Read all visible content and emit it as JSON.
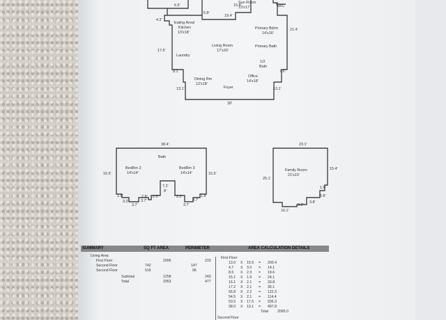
{
  "rooms": {
    "sun_room": {
      "name": "Sun Room",
      "dims": "13'x17'"
    },
    "wic": "WIC",
    "eating_area": "Eating Area/",
    "kitchen": {
      "name": "Kitchen",
      "dims": "13'x18'"
    },
    "primary_bdrm": {
      "name": "Primary Bdrm",
      "dims": "14'x16'"
    },
    "living_room": {
      "name": "Living Room",
      "dims": "17'x20'"
    },
    "primary_bath": "Primary Bath",
    "laundry": "Laundry",
    "half_bath": {
      "name": "1/2",
      "sub": "Bath"
    },
    "dining_rm": {
      "name": "Dining Rm",
      "dims": "12'x18'"
    },
    "office": {
      "name": "Office",
      "dims": "14'x18'"
    },
    "foyer": "Foyer",
    "bath": "Bath",
    "bedrm2": {
      "name": "BedRm 2",
      "dims": "14'x14'"
    },
    "bedrm3": {
      "name": "BedRm 3",
      "dims": "14'x14'"
    },
    "family_room": {
      "name": "Family Room",
      "dims": "21'x23'"
    }
  },
  "dims": {
    "f1": [
      "6.5'",
      "19.4'",
      "15.8'",
      "5.8'",
      "4.2'",
      "21.4'",
      "17.5'",
      "8.1'",
      "7.6'",
      "13.1'",
      "13.1'",
      "39'"
    ],
    "f2": [
      "38.4'",
      "15.5'",
      "15.5'",
      "7.2'",
      "8'",
      "1.8'",
      "3.2'",
      "3.7'",
      "2.8'",
      "3.7'",
      "2.5'",
      "2.2'",
      "3.7'",
      "3.7'",
      "1.8'"
    ],
    "f3": [
      "23.1'",
      "15.4'",
      "25.1'",
      "1.8'",
      "5.8'",
      "3.2'",
      "3.8'",
      "16.1'"
    ]
  },
  "summary": {
    "headers": {
      "summary": "SUMMARY",
      "sqft": "SQ FT AREA",
      "perimeter": "PERIMETER",
      "details": "AREA CALCULATION DETAILS"
    },
    "living_area": "Living Area",
    "rows": [
      {
        "label": "First Floor",
        "sqft": "2095",
        "perimeter": "233"
      },
      {
        "label": "Second Floor",
        "sqft": "742",
        "perimeter": "147"
      },
      {
        "label": "Second Floor",
        "sqft": "516",
        "perimeter": "96"
      }
    ],
    "subtotal": {
      "label": "Subtotal",
      "sqft": "1258",
      "perimeter": "243"
    },
    "total": {
      "label": "Total",
      "sqft": "3353",
      "perimeter": "477"
    }
  },
  "details": {
    "first_floor": "First Floor",
    "rows": [
      [
        "13.0",
        "X",
        "15.5",
        "=",
        "200.4"
      ],
      [
        "4.7",
        "X",
        "3.0",
        "=",
        "14.1"
      ],
      [
        "8.5",
        "X",
        "2.3",
        "=",
        "19.6"
      ],
      [
        "15.1",
        "X",
        "1.6",
        "=",
        "24.1"
      ],
      [
        "16.1",
        "X",
        "2.1",
        "=",
        "33.8"
      ],
      [
        "17.2",
        "X",
        "2.1",
        "=",
        "36.1"
      ],
      [
        "55.8",
        "X",
        "2.2",
        "=",
        "122.3"
      ],
      [
        "54.5",
        "X",
        "2.1",
        "=",
        "114.4"
      ],
      [
        "53.5",
        "X",
        "17.5",
        "=",
        "936.3"
      ],
      [
        "38.0",
        "X",
        "13.1",
        "=",
        "497.8"
      ]
    ],
    "total_label": "Total",
    "total_value": "2095.0",
    "second_floor": "Second Floor"
  }
}
